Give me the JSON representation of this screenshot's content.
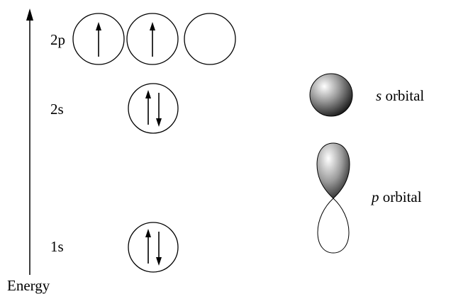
{
  "energy_axis": {
    "label": "Energy"
  },
  "levels": [
    {
      "label": "2p",
      "boxes": [
        "up",
        "up",
        "empty"
      ]
    },
    {
      "label": "2s",
      "boxes": [
        "pair"
      ]
    },
    {
      "label": "1s",
      "boxes": [
        "pair"
      ]
    }
  ],
  "orbital_shapes": [
    {
      "letter": "s",
      "word": "orbital"
    },
    {
      "letter": "p",
      "word": "orbital"
    }
  ],
  "colors": {
    "stroke": "#000000",
    "shade_light": "#ffffff",
    "shade_dark": "#1a1a1a"
  }
}
